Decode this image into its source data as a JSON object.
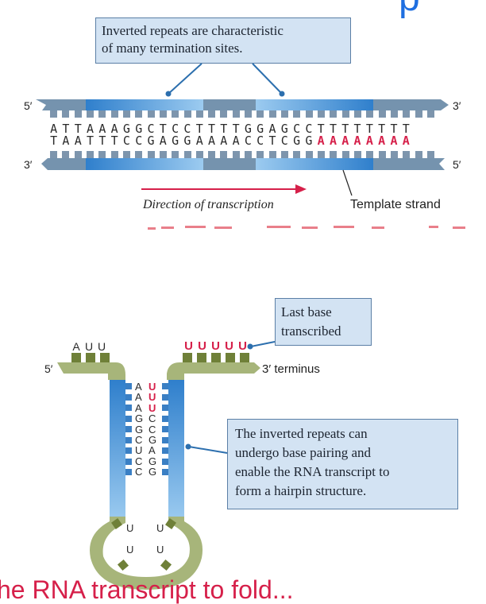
{
  "top_fragment_char": "p",
  "callout_top": {
    "line1": "Inverted repeats are characteristic",
    "line2": "of many termination sites."
  },
  "dna": {
    "top_5": "5′",
    "top_3": "3′",
    "bottom_3": "3′",
    "bottom_5": "5′",
    "top_strand": [
      "A",
      "T",
      "T",
      "A",
      "A",
      "A",
      "G",
      "G",
      "C",
      "T",
      "C",
      "C",
      "T",
      "T",
      "T",
      "T",
      "G",
      "G",
      "A",
      "G",
      "C",
      "C",
      "T",
      "T",
      "T",
      "T",
      "T",
      "T",
      "T",
      "T"
    ],
    "bottom_strand": [
      "T",
      "A",
      "A",
      "T",
      "T",
      "T",
      "C",
      "C",
      "G",
      "A",
      "G",
      "G",
      "A",
      "A",
      "A",
      "A",
      "C",
      "C",
      "T",
      "C",
      "G",
      "G",
      "A",
      "A",
      "A",
      "A",
      "A",
      "A",
      "A",
      "A"
    ],
    "bottom_red_from": 22
  },
  "direction_label": "Direction of transcription",
  "template_label": "Template strand",
  "colors": {
    "red": "#d6204a",
    "blue": "#3a8fd6",
    "light_blue": "#8fc3ec",
    "grey_blue": "#6d8aa6",
    "olive": "#a7b57a",
    "olive_dark": "#6f8038",
    "callout_bg": "#d3e3f3"
  },
  "hairpin": {
    "five_prime": "5′",
    "three_prime": "3′ terminus",
    "left_top": [
      "A",
      "U",
      "U"
    ],
    "right_top": [
      "U",
      "U",
      "U",
      "U",
      "U"
    ],
    "stem_left": [
      "A",
      "A",
      "A",
      "G",
      "G",
      "C",
      "U",
      "C",
      "C"
    ],
    "stem_right": [
      "U",
      "U",
      "U",
      "C",
      "C",
      "G",
      "A",
      "G",
      "G"
    ],
    "stem_right_red_count": 3,
    "loop": [
      "U",
      "U",
      "U",
      "U"
    ]
  },
  "callout_last": {
    "line1": "Last base",
    "line2": "transcribed"
  },
  "callout_hairpin": {
    "line1": "The inverted repeats can",
    "line2": "undergo base pairing and",
    "line3": "enable the RNA transcript to",
    "line4": "form a hairpin structure."
  },
  "bottom_fragment": "he RNA transcript to fold..."
}
